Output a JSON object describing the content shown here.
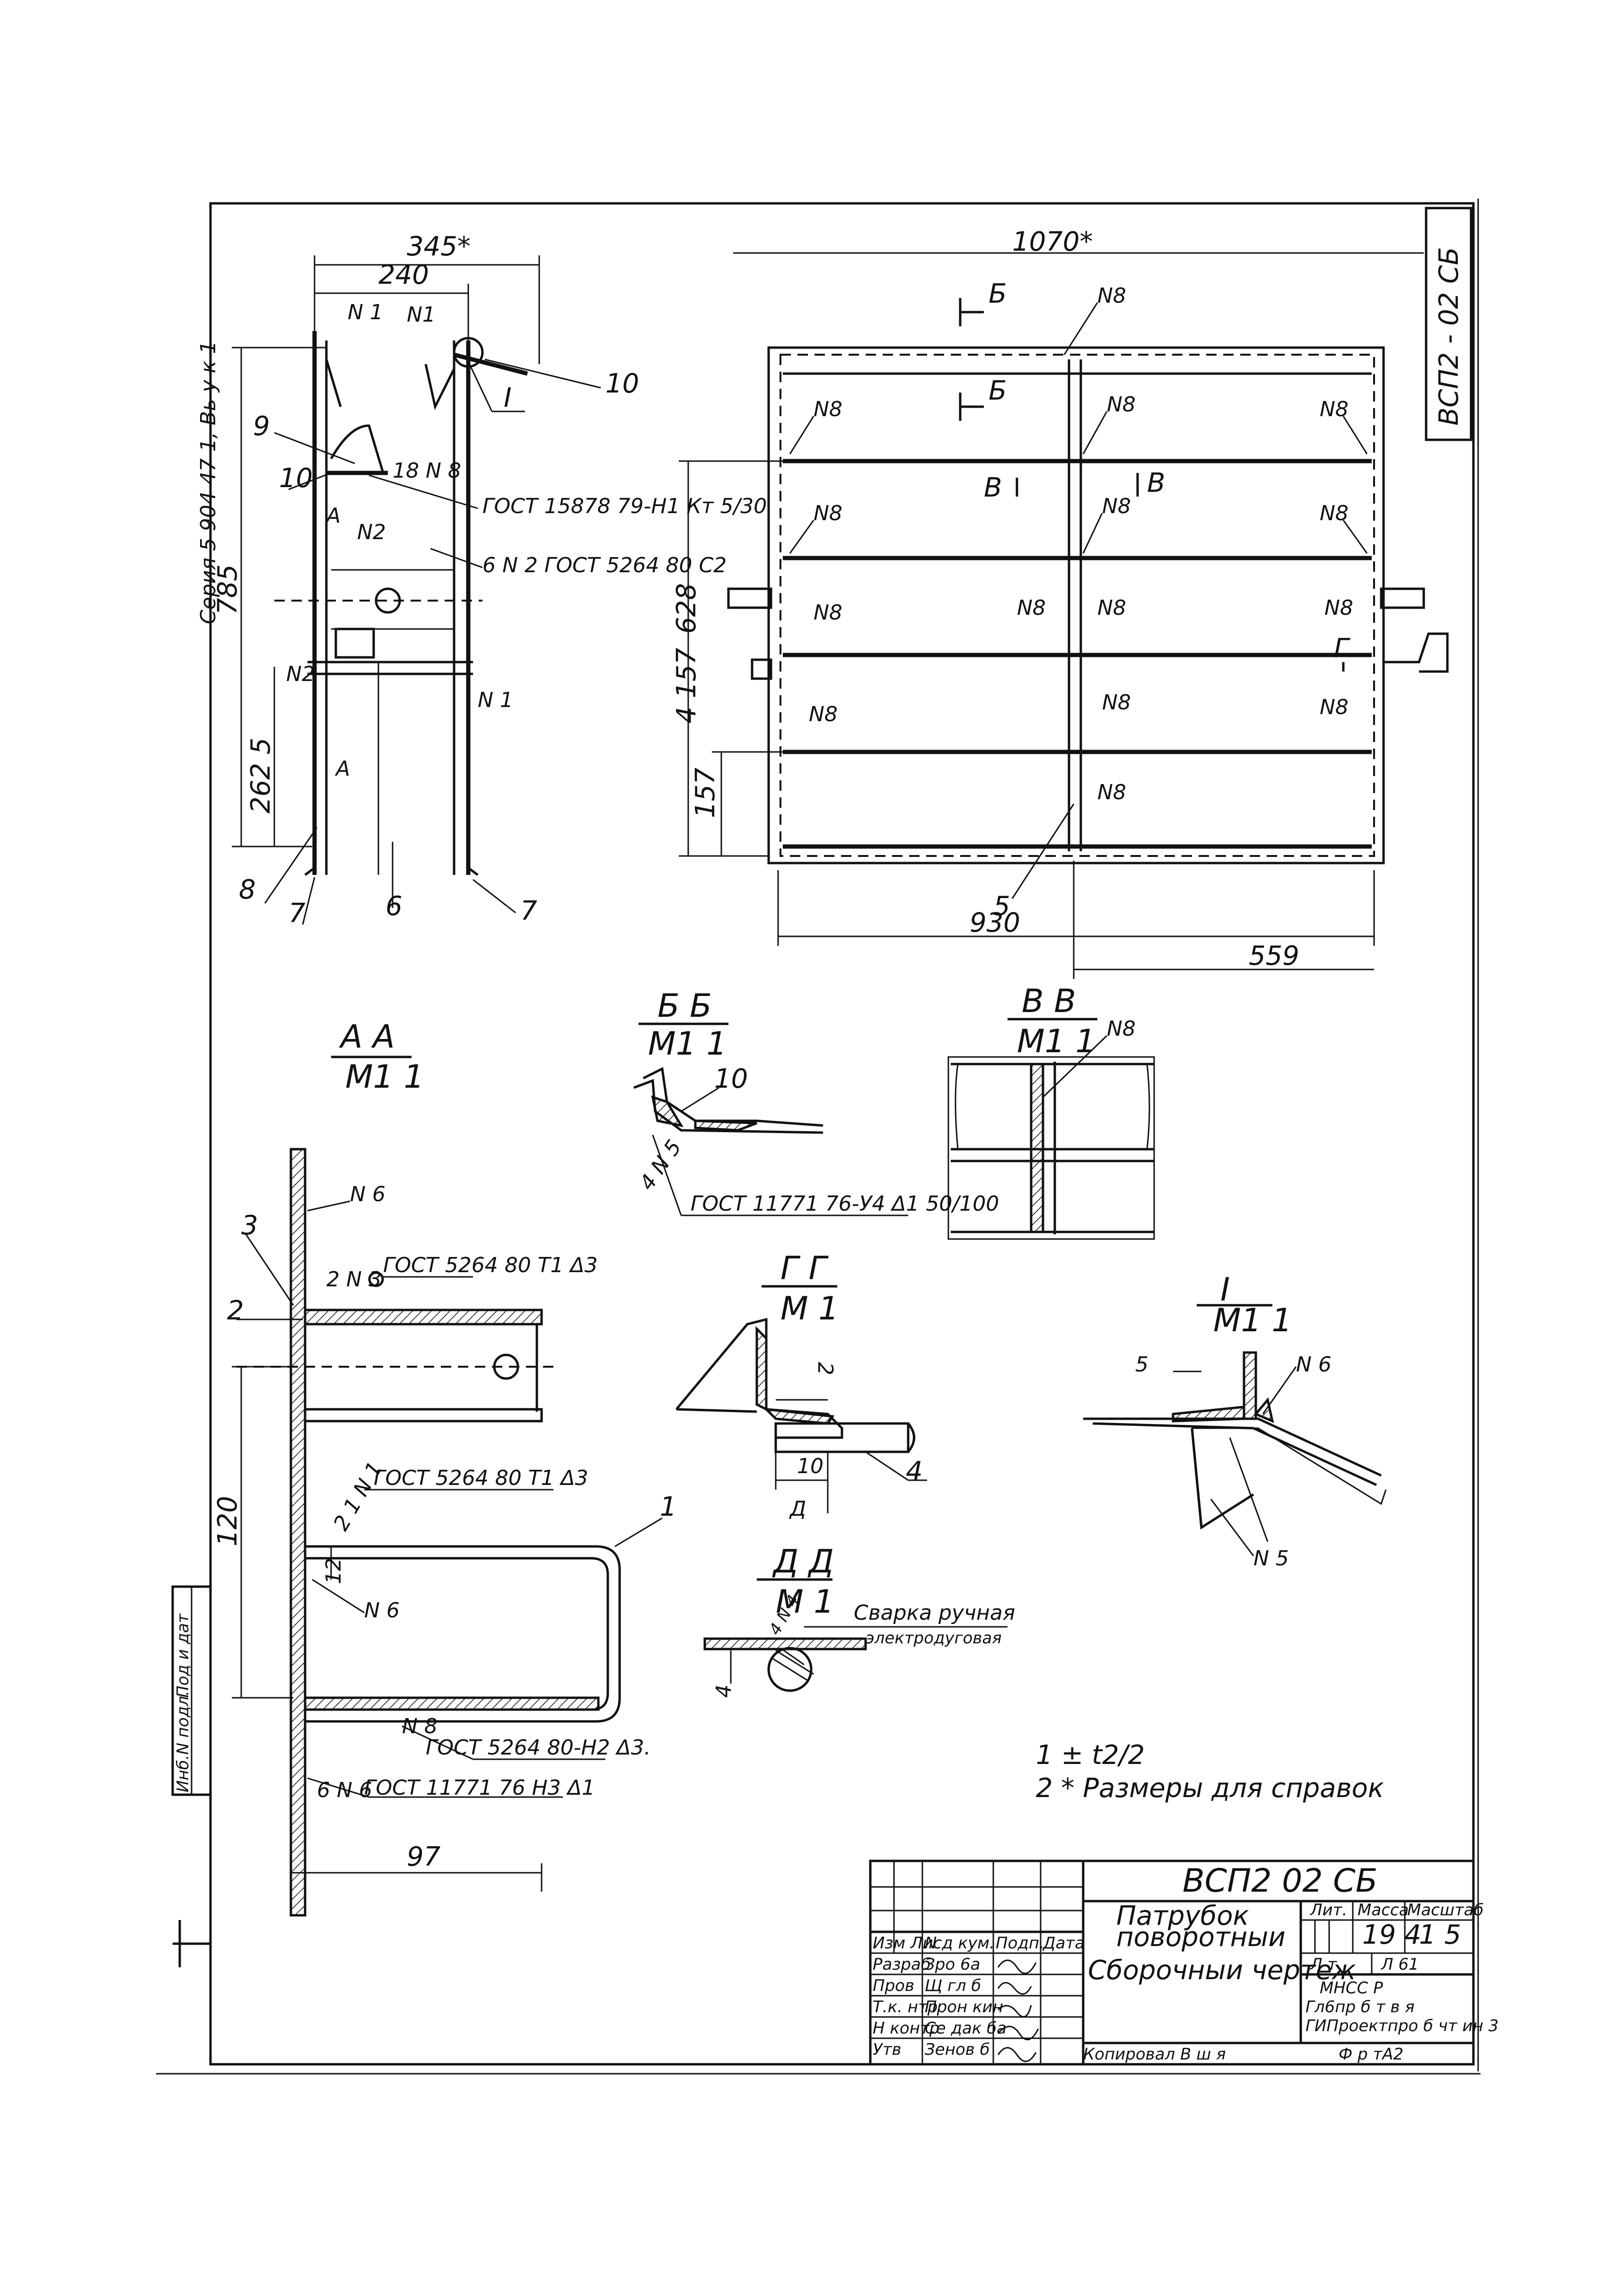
{
  "stamp": {
    "designation": "ВСП2  02 СБ",
    "name_line1": "Патрубок",
    "name_line2": "поворотныи",
    "doc_type": "Сборочныи чертеж",
    "lit_header": "Лит.",
    "mass_header": "Масса",
    "scale_header": "Масштаб",
    "mass_value": "19 4",
    "scale_value": "1 5",
    "sheet_label": "Л  т",
    "sheets_label": "Л  61",
    "org_line1": "МНСС            Р",
    "org_line2": "Гл6пр  б  т  в  я",
    "org_line3": "ГИПроектпро  б  чт  ин  3",
    "copied": "Копировал В ш     я",
    "format": "Ф р  тА2",
    "rows": [
      {
        "role": "Изм Лис",
        "name": "N д кум.",
        "sign": "Подп.",
        "date": "Дата"
      },
      {
        "role": "Разраб",
        "name": "Зро  6а",
        "sign": "",
        "date": ""
      },
      {
        "role": "Пров",
        "name": "Щ  гл  б",
        "sign": "",
        "date": ""
      },
      {
        "role": "Т.к. нтр",
        "name": "Прон  кин",
        "sign": "",
        "date": ""
      },
      {
        "role": "Н контр",
        "name": "Се  дак  ба",
        "sign": "",
        "date": ""
      },
      {
        "role": "Утв",
        "name": "Зенов  б",
        "sign": "",
        "date": ""
      }
    ]
  },
  "corner_tag": "ВСП2 - 02 СБ",
  "series_label": "Серия  5 904 47 1,  Вь у к 1",
  "side_strip": {
    "label1": "Инб.N подл.",
    "label2": "Под  и дат"
  },
  "left_view": {
    "dim_345": "345*",
    "dim_240": "240",
    "dim_785": "785",
    "dim_2625": "262 5",
    "callout_10_top": "10",
    "callout_I": "I",
    "callout_9": "9",
    "callout_10": "10",
    "callout_8": "8",
    "callout_7a": "7",
    "callout_6": "6",
    "callout_7b": "7",
    "weld_n1a": "N 1",
    "weld_n1b": "N1",
    "weld_18n8": "18 N 8",
    "weld_n2": "N2",
    "weld_n2b": "N2",
    "weld_n1c": "N 1",
    "note_gost1": "ГОСТ 15878 79-Н1 Кт 5/30",
    "note_gost2": "6 N 2  ГОСТ 5264  80  С2",
    "section_A": "А",
    "section_A2": "А"
  },
  "front_view": {
    "dim_1070": "1070*",
    "dim_930": "930",
    "dim_559": "559",
    "dim_4157": "4 157",
    "dim_628": "628",
    "dim_157": "157",
    "sec_B": "Б",
    "sec_B2": "Б",
    "sec_V": "В",
    "sec_V2": "В",
    "sec_G": "Г",
    "callout_5": "5",
    "weld_n8": "N8"
  },
  "section_AA": {
    "title": "А  А",
    "scale": "М1 1",
    "callout_3": "3",
    "callout_2": "2",
    "callout_1": "1",
    "weld_n6a": "N 6",
    "weld_n6b": "N 6",
    "weld_2n3": "2 N 3",
    "weld_2n1": "2 1 N 1",
    "weld_n8": "N 8",
    "weld_6n6": "6 N 6",
    "gost_a": "ГОСТ 5264  80  Т1  Δ3",
    "gost_b": "ГОСТ 5264  80  Т1  Δ3",
    "gost_c": "ГОСТ 5264  80-Н2  Δ3.",
    "gost_d": "ГОСТ  11771  76   Н3  Δ1",
    "dim_120": "120",
    "dim_12": "12",
    "dim_97": "97"
  },
  "section_BB": {
    "title": "Б  Б",
    "scale": "М1 1",
    "callout_10": "10",
    "weld": "4 N 5",
    "gost": "ГОСТ  11771  76-У4  Δ1  50/100"
  },
  "section_VV": {
    "title": "В  В",
    "scale": "М1 1",
    "weld": "N8"
  },
  "section_GG": {
    "title": "Г  Г",
    "scale": "М 1",
    "dim_2": "2",
    "dim_10": "10",
    "callout_4": "4",
    "mark_D": "Д"
  },
  "section_DD": {
    "title": "Д  Д",
    "scale": "М 1",
    "weld_note": "Сварка  ручная",
    "weld_note2": "электродуговая",
    "dim_4": "4",
    "weld_small": "4 N 4"
  },
  "section_I": {
    "title": "I",
    "scale": "М1 1",
    "dim_5": "5",
    "weld_n6": "N 6",
    "weld_n5": "N 5"
  },
  "notes": {
    "n1": "1 ±  t2/2",
    "n2": "2 *  Размеры   для  справок"
  }
}
